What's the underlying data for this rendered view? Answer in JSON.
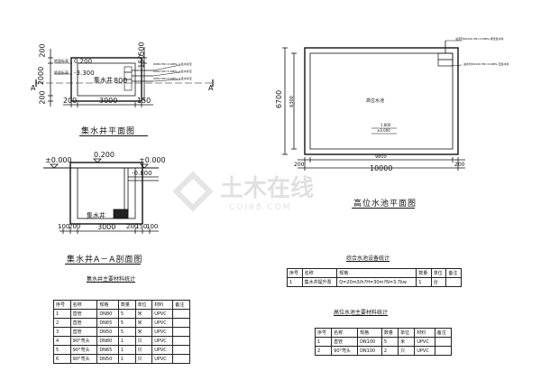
{
  "watermark": {
    "cn": "土木在线",
    "en": "COI88.COM"
  },
  "sump_plan": {
    "title": "集水井平面图",
    "pit_label": "集水井",
    "section_mark_left": "A",
    "section_mark_right": "A",
    "level_1": "地面标高",
    "level_1_value": "0.200",
    "level_2": "地面标高",
    "level_2_value": "-3.300",
    "pipe_note_1": "DN80 PN=0.6MPa 从集水井至",
    "pipe_note_2": "DN65 PN=0.6MPa 从集水井至",
    "pipe_note_3": "DN50 PN=0.6MPa 从集水井至",
    "dims": {
      "top_200": "200",
      "left_2000": "2000",
      "bottom_left_200": "200",
      "bottom_3000": "3000",
      "bottom_200": "200",
      "bottom_150": "150",
      "right_500": "500",
      "right_150": "150",
      "inner_800": "800"
    }
  },
  "sump_section": {
    "title": "集水井A－A剖面图",
    "level_ground": "±0.000",
    "level_top": "0.200",
    "level_right": "±0.000",
    "level_pipe": "-0.800",
    "pit_label": "集水井",
    "dims": {
      "bottom_100": "100",
      "bottom_200a": "200",
      "bottom_3000": "3000",
      "bottom_200b": "200",
      "bottom_150": "150",
      "bottom_100b": "100"
    }
  },
  "sump_table": {
    "title": "集水井主要材料统计",
    "headers": [
      "序号",
      "名称",
      "规格",
      "数量",
      "单位",
      "材料",
      "备注"
    ],
    "rows": [
      [
        "1",
        "直管",
        "DN80",
        "5",
        "米",
        "UPVC",
        ""
      ],
      [
        "2",
        "直管",
        "DN65",
        "5",
        "米",
        "UPVC",
        ""
      ],
      [
        "3",
        "直管",
        "DN50",
        "5",
        "米",
        "UPVC",
        ""
      ],
      [
        "4",
        "90°弯头",
        "DN80",
        "1",
        "只",
        "UPVC",
        ""
      ],
      [
        "5",
        "90°弯头",
        "DN65",
        "1",
        "只",
        "UPVC",
        ""
      ],
      [
        "6",
        "90°弯头",
        "DN50",
        "1",
        "只",
        "UPVC",
        ""
      ]
    ]
  },
  "tank_plan": {
    "title": "高位水池平面图",
    "tank_label": "高位水池",
    "level_a": "1.800",
    "level_b": "±0.000",
    "pipe_note_1": "溢流管DN100 PN=0.6MPa 排至集水井",
    "pipe_note_2": "进水管DN100 PN=0.6MPa 至集水井",
    "dims": {
      "left_6700": "6700",
      "inner_6300": "6300",
      "bottom_200_left": "200",
      "bottom_9800": "9800",
      "bottom_10000": "10000",
      "bottom_200_right": "200",
      "right_200": "200"
    }
  },
  "equip_table": {
    "title": "综合水池设备统计",
    "headers": [
      "序号",
      "名称",
      "规格",
      "数量",
      "单位",
      "备注"
    ],
    "rows": [
      [
        "1",
        "集水井提升泵",
        "Q=20m3/h?H=30m?N=3.7kw",
        "1",
        "台",
        ""
      ]
    ]
  },
  "tank_table": {
    "title": "高位水池主要材料统计",
    "headers": [
      "序号",
      "名称",
      "规格",
      "数量",
      "单位",
      "材料",
      "备注"
    ],
    "rows": [
      [
        "1",
        "直管",
        "DN100",
        "5",
        "米",
        "UPVC",
        ""
      ],
      [
        "2",
        "90°弯头",
        "DN100",
        "2",
        "只",
        "UPVC",
        ""
      ]
    ]
  }
}
